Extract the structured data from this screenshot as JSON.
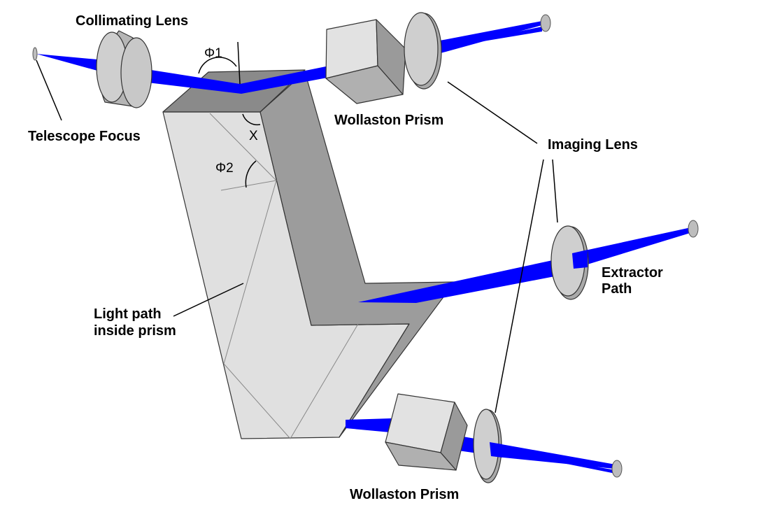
{
  "labels": {
    "collimating_lens": "Collimating Lens",
    "telescope_focus": "Telescope Focus",
    "wollaston_prism_top": "Wollaston Prism",
    "imaging_lens": "Imaging Lens",
    "extractor_path_line1": "Extractor",
    "extractor_path_line2": "Path",
    "light_path_line1": "Light path",
    "light_path_line2": "inside prism",
    "wollaston_prism_bottom": "Wollaston Prism"
  },
  "angles": {
    "phi1": "Φ1",
    "phi2": "Φ2",
    "chi": "X"
  },
  "colors": {
    "beam": "#0000ff",
    "prism_light": "#e0e0e0",
    "prism_dark": "#9c9c9c",
    "prism_top": "#8a8a8a",
    "lens_face": "#cfcfcf",
    "lens_rim": "#a9a9a9"
  }
}
